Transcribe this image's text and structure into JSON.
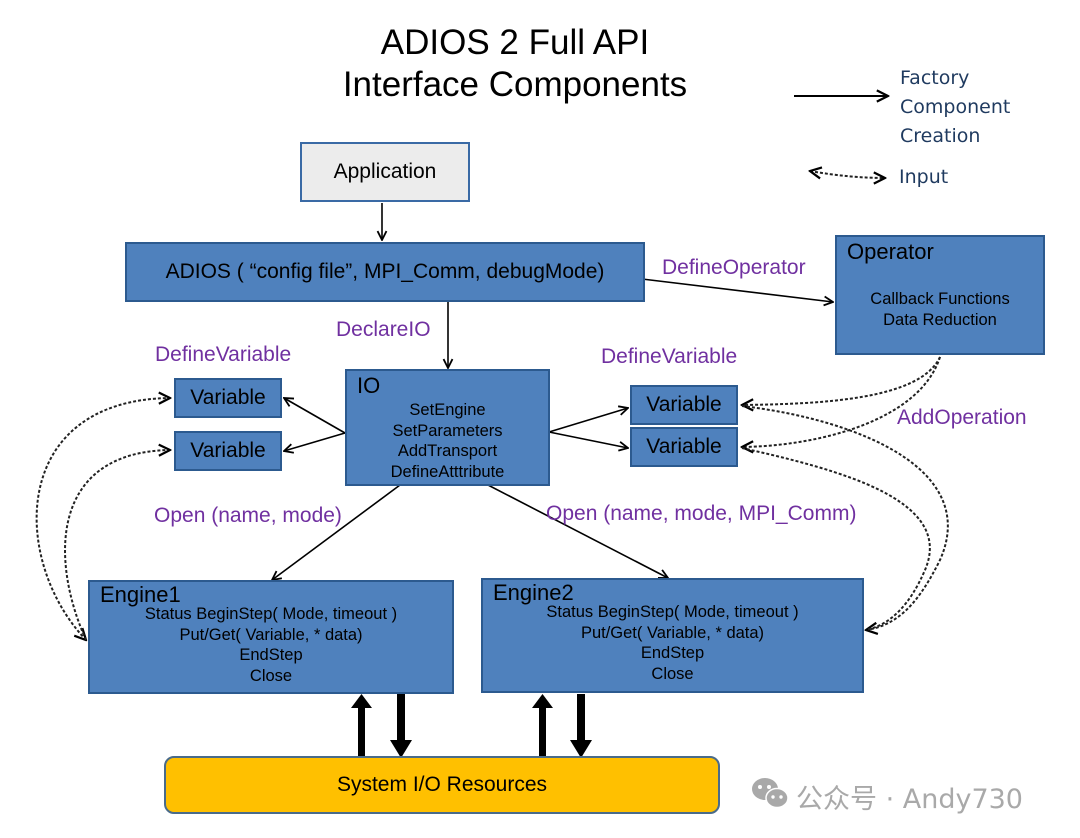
{
  "title": {
    "line1": "ADIOS 2 Full API",
    "line2": "Interface Components"
  },
  "legend": {
    "solid_arrow_label_lines": [
      "Factory",
      "Component",
      "Creation"
    ],
    "dotted_arrow_label": "Input"
  },
  "nodes": {
    "application": {
      "label": "Application"
    },
    "adios": {
      "label": "ADIOS ( “config file”, MPI_Comm, debugMode)"
    },
    "operator": {
      "title": "Operator",
      "lines": [
        "Callback Functions",
        "Data Reduction"
      ]
    },
    "io": {
      "title": "IO",
      "lines": [
        "SetEngine",
        "SetParameters",
        "AddTransport",
        "DefineAtttribute"
      ]
    },
    "variables_left": [
      "Variable",
      "Variable"
    ],
    "variables_right": [
      "Variable",
      "Variable"
    ],
    "engine1": {
      "title": "Engine1",
      "lines": [
        "Status BeginStep( Mode, timeout )",
        "Put/Get( Variable, * data)",
        "EndStep",
        "Close"
      ]
    },
    "engine2": {
      "title": "Engine2",
      "lines": [
        "Status BeginStep( Mode, timeout )",
        "Put/Get( Variable, * data)",
        "EndStep",
        "Close"
      ]
    },
    "system_io": {
      "label": "System I/O Resources"
    }
  },
  "edge_labels": {
    "define_operator": "DefineOperator",
    "declare_io": "DeclareIO",
    "define_variable_left": "DefineVariable",
    "define_variable_right": "DefineVariable",
    "add_operation": "AddOperation",
    "open_engine1": "Open (name, mode)",
    "open_engine2": "Open (name, mode, MPI_Comm)"
  },
  "colors": {
    "component_fill": "#4f81bd",
    "application_fill": "#ececec",
    "system_io_fill": "#ffc000",
    "edge_label": "#7030a0"
  },
  "watermark": {
    "icon": "wechat-icon",
    "text": "公众号 · Andy730"
  }
}
